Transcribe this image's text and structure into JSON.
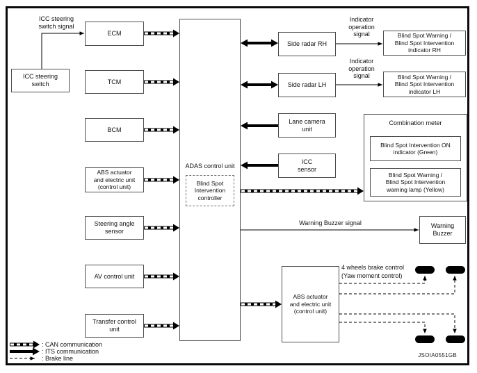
{
  "nodes": {
    "icc_switch": "ICC steering\nswitch",
    "ecm": "ECM",
    "tcm": "TCM",
    "bcm": "BCM",
    "abs_left": "ABS actuator\nand electric unit\n(control unit)",
    "steering_angle": "Steering angle\nsensor",
    "av_unit": "AV control unit",
    "transfer_unit": "Transfer control\nunit",
    "adas_label": "ADAS control unit",
    "bs_controller": "Blind Spot\nIntervention\ncontroller",
    "side_radar_rh": "Side radar RH",
    "side_radar_lh": "Side radar LH",
    "lane_camera": "Lane camera\nunit",
    "icc_sensor": "ICC\nsensor",
    "indicator_rh": "Blind Spot Warning /\nBlind Spot Intervention\nindicator RH",
    "indicator_lh": "Blind Spot Warning /\nBlind Spot Intervention\nindicator LH",
    "combination_meter": "Combination meter",
    "bsi_on_indicator": "Blind Spot Intervention ON\nindicator (Green)",
    "bsw_warning_lamp": "Blind Spot Warning /\nBlind Spot Intervention\nwarning lamp (Yellow)",
    "warning_buzzer": "Warning\nBuzzer",
    "abs_right": "ABS actuator\nand electric unit\n(control unit)"
  },
  "signals": {
    "icc_switch_signal": "ICC steering\nswitch signal",
    "indicator_operation_rh": "Indicator\noperation\nsignal",
    "indicator_operation_lh": "Indicator\noperation\nsignal",
    "warning_buzzer_signal": "Warning Buzzer signal",
    "brake_control_note": "4 wheels brake control\n(Yaw moment control)"
  },
  "legend": {
    "can": ": CAN communication",
    "its": ": ITS communication",
    "brake": ": Brake line"
  },
  "watermark": "JSOIA0551GB",
  "colors": {
    "line": "#000000",
    "box_border": "#4d4d4d",
    "background": "#ffffff"
  }
}
